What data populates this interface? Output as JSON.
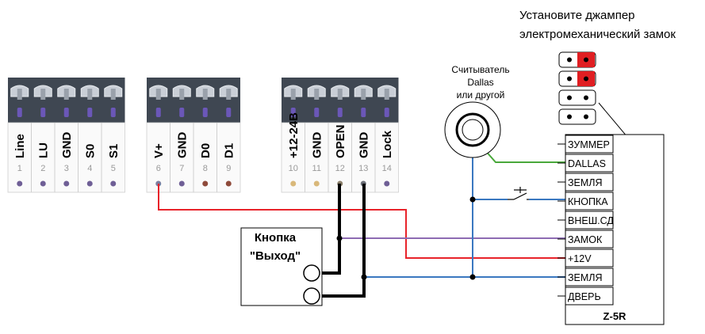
{
  "jumper_note": {
    "line1": "Установите джампер",
    "line2": "электромеханический замок"
  },
  "reader": {
    "line1": "Считыватель",
    "line2": "Dallas",
    "line3": "или другой"
  },
  "exit_button": {
    "line1": "Кнопка",
    "line2": "\"Выход\""
  },
  "terminal_blocks": [
    {
      "terminals": [
        {
          "label": "Line",
          "num": "1"
        },
        {
          "label": "LU",
          "num": "2"
        },
        {
          "label": "GND",
          "num": "3"
        },
        {
          "label": "S0",
          "num": "4"
        },
        {
          "label": "S1",
          "num": "5"
        }
      ]
    },
    {
      "terminals": [
        {
          "label": "V+",
          "num": "6"
        },
        {
          "label": "GND",
          "num": "7"
        },
        {
          "label": "D0",
          "num": "8"
        },
        {
          "label": "D1",
          "num": "9"
        }
      ]
    },
    {
      "terminals": [
        {
          "label": "+12-24B",
          "num": "10"
        },
        {
          "label": "GND",
          "num": "11"
        },
        {
          "label": "OPEN",
          "num": "12"
        },
        {
          "label": "GND",
          "num": "13"
        },
        {
          "label": "Lock",
          "num": "14"
        }
      ]
    }
  ],
  "controller": {
    "name": "Z-5R",
    "pins": [
      "ЗУММЕР",
      "DALLAS",
      "ЗЕМЛЯ",
      "КНОПКА",
      "ВНЕШ.СД",
      "ЗАМОК",
      "+12V",
      "ЗЕМЛЯ",
      "ДВЕРЬ"
    ]
  },
  "colors": {
    "red_wire": "#e8232a",
    "blue_wire": "#3a78c0",
    "purple_wire": "#8d6bb3",
    "green_wire": "#49a83a",
    "black_wire": "#000000",
    "terminal_body": "#3f4752",
    "jumper_red": "#e01e22"
  }
}
